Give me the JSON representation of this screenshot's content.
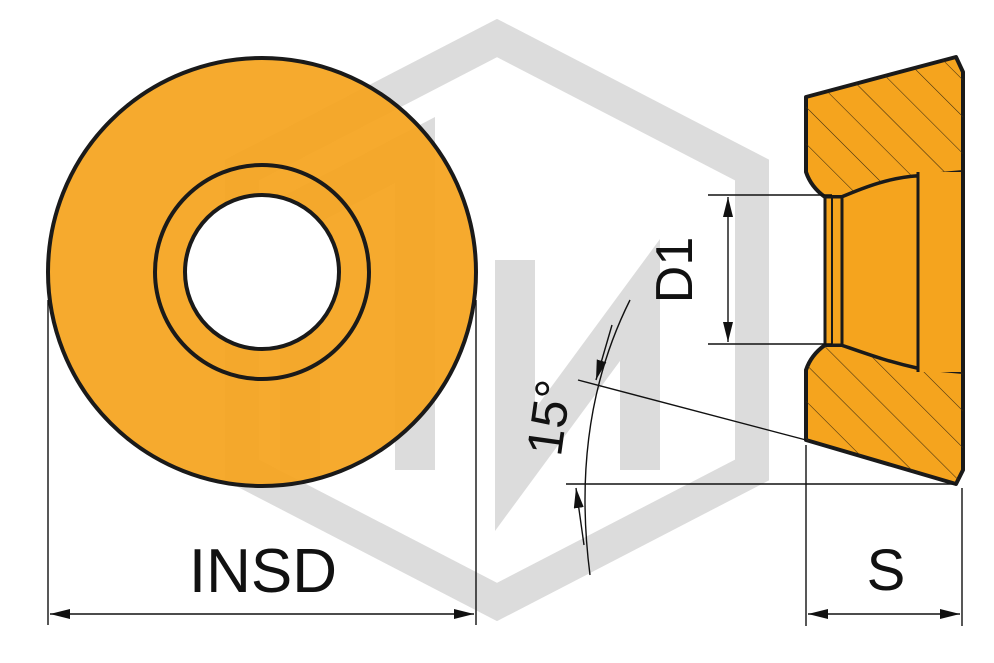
{
  "labels": {
    "insd": "INSD",
    "s": "S",
    "d1": "D1",
    "angle": "15°"
  },
  "colors": {
    "insert_fill": "#F5A41E",
    "outline": "#1a1a1a",
    "dimension_line": "#111111",
    "watermark": "#d3d3d3",
    "hole": "#ffffff"
  },
  "watermark": {
    "icon": "hexagon-logo-watermark"
  }
}
